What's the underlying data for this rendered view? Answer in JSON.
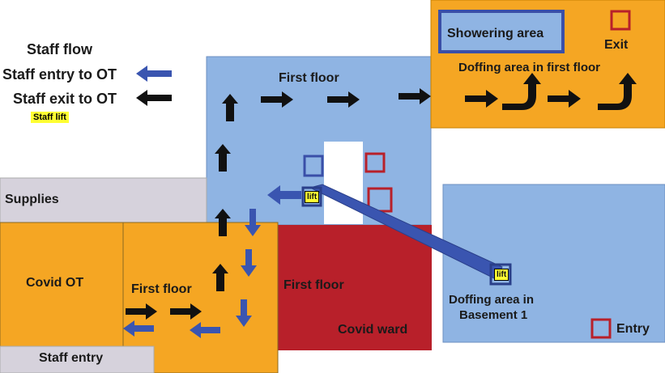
{
  "legend": {
    "title": "Staff flow",
    "entry_label": "Staff entry to OT",
    "exit_label": "Staff exit to OT",
    "lift_label": "Staff lift"
  },
  "rooms": {
    "first_floor_top": "First floor",
    "showering": "Showering  area",
    "exit": "Exit",
    "doffing_first": "Doffing  area  in  first  floor",
    "supplies": "Supplies",
    "covid_ot": "Covid  OT",
    "first_floor_mid": "First floor",
    "first_floor_ward": "First floor",
    "covid_ward": "Covid ward",
    "staff_entry": "Staff entry",
    "doffing_basement_line1": "Doffing  area in",
    "doffing_basement_line2": "Basement  1",
    "entry": "Entry",
    "lift_upper": "lift",
    "lift_lower": "lift"
  },
  "colors": {
    "orange": "#f5a623",
    "blue_light": "#8fb4e3",
    "red": "#b8202a",
    "grey": "#d6d2dc",
    "arrow_blue": "#3a55b0",
    "arrow_black": "#111111",
    "lift_yellow": "#ffff33"
  }
}
